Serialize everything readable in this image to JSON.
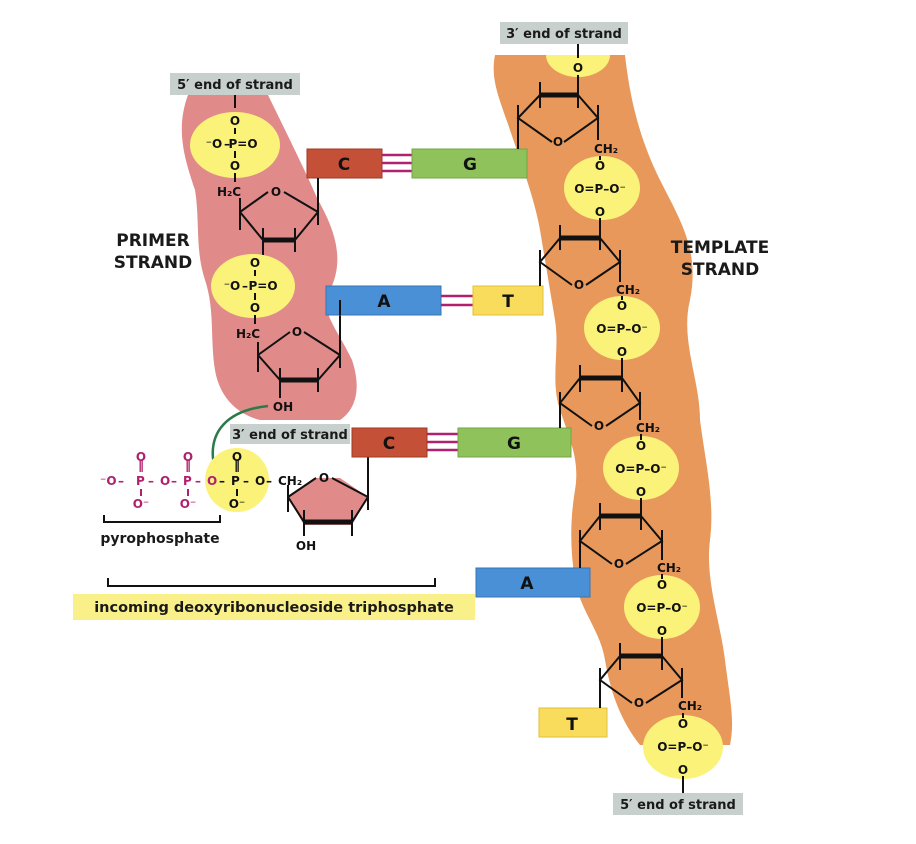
{
  "title_labels": {
    "primer": [
      "PRIMER",
      "STRAND"
    ],
    "template": [
      "TEMPLATE",
      "STRAND"
    ]
  },
  "end_labels": {
    "primer_5": "5′ end of strand",
    "primer_3": "3′ end of strand",
    "template_3": "3′ end of strand",
    "template_5": "5′ end of strand"
  },
  "base_pairs": [
    {
      "left": "C",
      "right": "G",
      "hbonds": 3
    },
    {
      "left": "A",
      "right": "T",
      "hbonds": 2
    },
    {
      "left": "C",
      "right": "G",
      "hbonds": 3
    },
    {
      "left": "A",
      "right": null,
      "hbonds": 0
    },
    {
      "left": null,
      "right": "T",
      "hbonds": 0
    }
  ],
  "chem": {
    "O": "O",
    "P": "P",
    "H2C": "H₂C",
    "CH2": "CH₂",
    "OH": "OH",
    "O_minus": "⁻O",
    "O_minus_r": "O⁻",
    "dbl_O_left": "O=",
    "dbl_O_right": "=O",
    "dash": "–",
    "P_eq_O": "P=O",
    "O_eq": "O=",
    "P_dash": "P–",
    "O_dash": "O–"
  },
  "pyrophosphate_label": "pyrophosphate",
  "incoming_label": "incoming deoxyribonucleoside triphosphate",
  "colors": {
    "primer_strand": "#e08a8a",
    "template_strand": "#e8985a",
    "phosphate": "#fbf27a",
    "label_box": "#c7d0cc",
    "incoming_box": "#faf08a",
    "C": "#c45038",
    "G": "#8fc25a",
    "A": "#4a90d6",
    "T": "#f9dc5c",
    "hbond": "#b0206e",
    "arrow": "#2a7a4a",
    "sugar_fill": "#e08a8a"
  }
}
